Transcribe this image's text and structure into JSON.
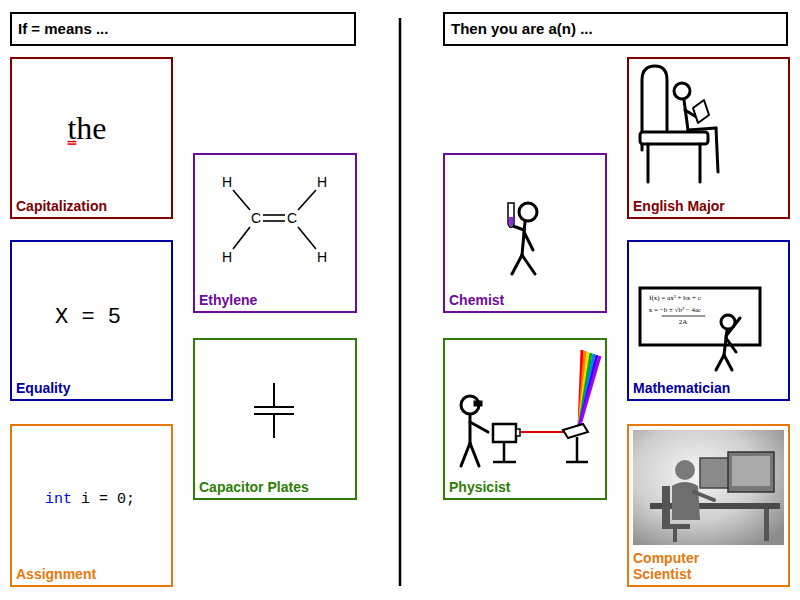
{
  "diagram": {
    "nodes": [
      {
        "text": [
          "If = means ..."
        ]
      },
      {
        "text": [
          "Then you are a(n) ..."
        ]
      },
      {
        "text": [
          "the",
          "Capitalization"
        ]
      },
      {
        "text": [
          "H",
          "H",
          "C",
          "C",
          "H",
          "H",
          "Ethylene"
        ]
      },
      {
        "text": [
          "X = 5",
          "Equality"
        ]
      },
      {
        "text": [
          "Capacitor Plates"
        ]
      },
      {
        "text": [
          "int i = 0;",
          "Assignment"
        ]
      },
      {
        "text": [
          "Chemist"
        ]
      },
      {
        "text": [
          "English Major"
        ]
      },
      {
        "text": [
          "f(x) = ax² + bx + c",
          "x = −b ± √b² − 4ac",
          "2A",
          "Mathematician"
        ]
      },
      {
        "text": [
          "Physicist"
        ]
      },
      {
        "text": [
          "Computer Scientist"
        ]
      }
    ]
  }
}
